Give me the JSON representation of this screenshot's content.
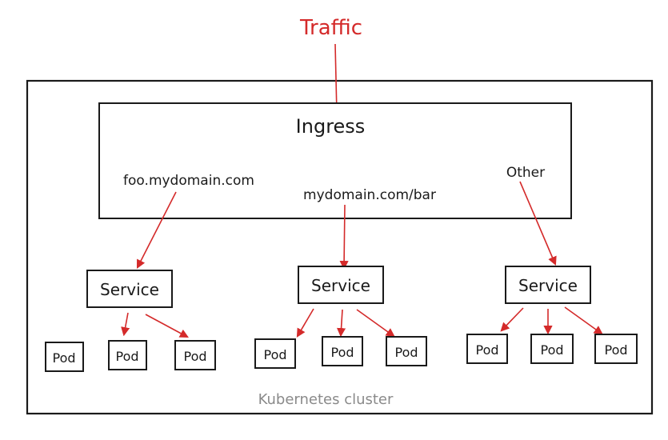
{
  "colors": {
    "arrow": "#d42a2a",
    "ink": "#1a1a1a",
    "caption": "#8a8a8a"
  },
  "traffic_label": "Traffic",
  "ingress": {
    "title": "Ingress",
    "routes": [
      "foo.mydomain.com",
      "mydomain.com/bar",
      "Other"
    ]
  },
  "service_label": "Service",
  "pod_label": "Pod",
  "cluster_label": "Kubernetes cluster"
}
